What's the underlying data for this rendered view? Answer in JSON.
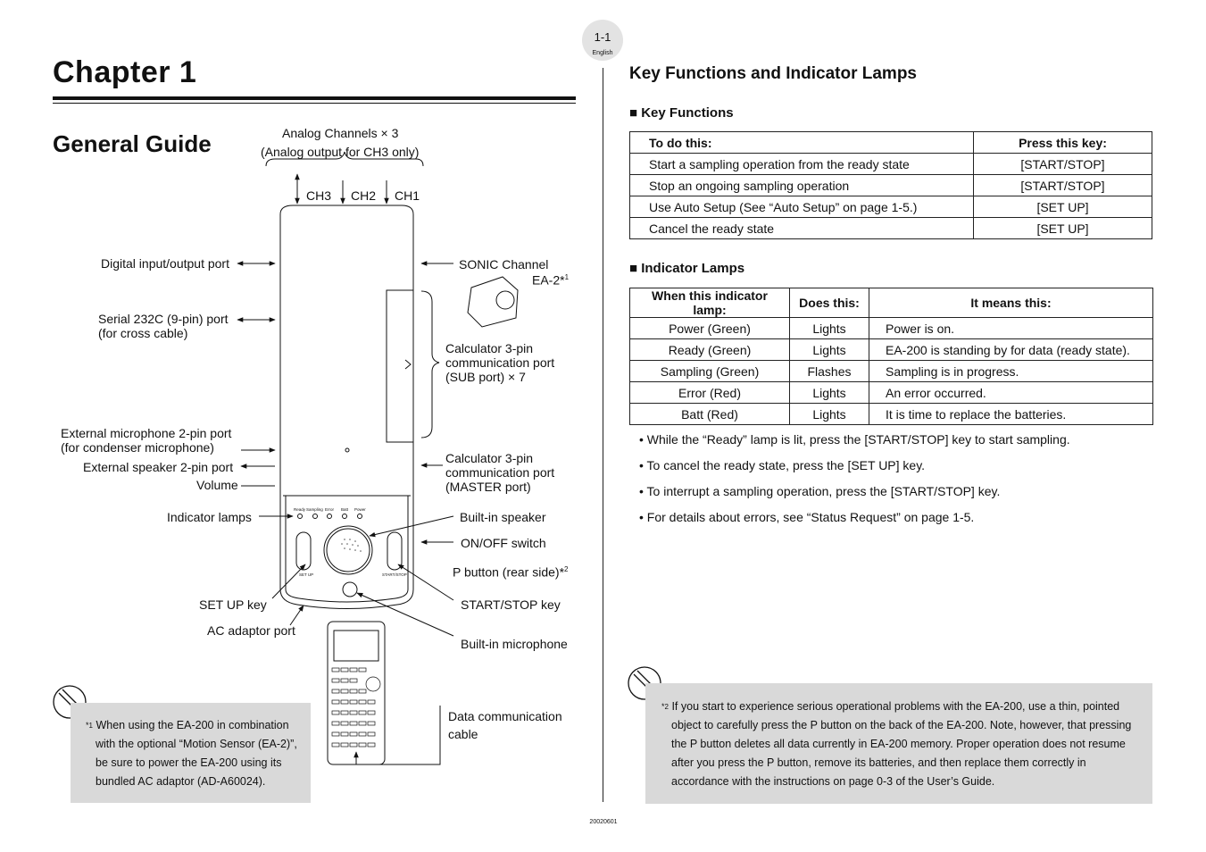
{
  "header": {
    "page_number": "1-1",
    "language": "English"
  },
  "left": {
    "chapter_title": "Chapter 1",
    "section_title": "General Guide",
    "labels": {
      "analog_channels_l1": "Analog Channels × 3",
      "analog_channels_l2": "(Analog output for CH3 only)",
      "ch3": "CH3",
      "ch2": "CH2",
      "ch1": "CH1",
      "digital_io": "Digital input/output port",
      "serial_l1": "Serial 232C (9-pin) port",
      "serial_l2": "(for cross cable)",
      "ext_mic_l1": "External microphone 2-pin port",
      "ext_mic_l2": "(for condenser microphone)",
      "ext_speaker": "External speaker 2-pin port",
      "volume": "Volume",
      "indicator_lamps": "Indicator lamps",
      "setup_key": "SET UP key",
      "ac_adaptor": "AC adaptor port",
      "sonic_channel": "SONIC Channel",
      "ea2": "EA-2*",
      "ea2_sup": "1",
      "calc_sub_l1": "Calculator 3-pin",
      "calc_sub_l2": "communication port",
      "calc_sub_l3": "(SUB port) × 7",
      "calc_master_l1": "Calculator 3-pin",
      "calc_master_l2": "communication port",
      "calc_master_l3": "(MASTER port)",
      "builtin_speaker": "Built-in speaker",
      "onoff_switch": "ON/OFF switch",
      "p_button": "P button (rear side)*",
      "p_button_sup": "2",
      "startstop_key": "START/STOP key",
      "builtin_mic": "Built-in microphone",
      "data_cable_l1": "Data communication",
      "data_cable_l2": "cable"
    },
    "device_lamps": [
      "Ready",
      "Sampling",
      "Error",
      "Batt",
      "Power"
    ],
    "device_setup": "SET UP",
    "device_startstop": "START/STOP",
    "note": {
      "marker": "*",
      "sup": "1",
      "lines": [
        "When using the EA-200 in combination",
        "with the optional “Motion Sensor (EA-2)”,",
        "be sure to power the EA-200 using its",
        "bundled AC adaptor (AD-A60024)."
      ]
    }
  },
  "right": {
    "title": "Key Functions and Indicator Lamps",
    "key_functions": {
      "heading": "■ Key Functions",
      "columns": [
        "To do this:",
        "Press this key:"
      ],
      "rows": [
        [
          "Start a sampling operation from the ready state",
          "[START/STOP]"
        ],
        [
          "Stop an ongoing sampling operation",
          "[START/STOP]"
        ],
        [
          "Use Auto Setup (See “Auto Setup” on page 1-5.)",
          "[SET UP]"
        ],
        [
          "Cancel the ready state",
          "[SET UP]"
        ]
      ]
    },
    "indicator_lamps": {
      "heading": "■ Indicator Lamps",
      "columns": [
        "When this indicator lamp:",
        "Does this:",
        "It means this:"
      ],
      "rows": [
        [
          "Power (Green)",
          "Lights",
          "Power is on."
        ],
        [
          "Ready (Green)",
          "Lights",
          "EA-200 is standing by for data (ready state)."
        ],
        [
          "Sampling (Green)",
          "Flashes",
          "Sampling is in progress."
        ],
        [
          "Error (Red)",
          "Lights",
          "An error occurred."
        ],
        [
          "Batt (Red)",
          "Lights",
          "It is time to replace the batteries."
        ]
      ]
    },
    "bullets": [
      "• While the “Ready” lamp is lit, press the [START/STOP] key to start sampling.",
      "• To cancel the ready state, press the [SET UP] key.",
      "• To interrupt a sampling operation, press the [START/STOP] key.",
      "• For details about errors, see “Status Request” on page 1-5."
    ],
    "note": {
      "marker": "*",
      "sup": "2",
      "lines": [
        "If you start to experience serious operational problems with the EA-200, use a thin, pointed",
        "object to carefully press the P button on the back of the EA-200. Note, however, that pressing",
        "the P button deletes all data currently in EA-200 memory. Proper operation does not resume",
        "after you press the P button, remove its batteries, and then replace them correctly in",
        "accordance with the instructions on page 0-3 of the User’s Guide."
      ]
    }
  },
  "footer": {
    "code": "20020601"
  }
}
